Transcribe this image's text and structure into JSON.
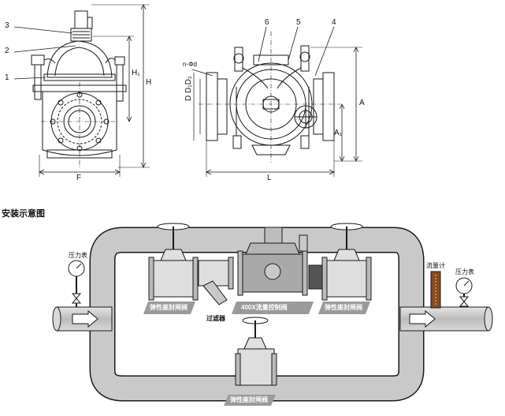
{
  "front_view": {
    "callouts": [
      "3",
      "2",
      "1"
    ],
    "dims": {
      "h1": "H₁",
      "h": "H",
      "f": "F"
    }
  },
  "side_view": {
    "callouts": [
      "6",
      "5",
      "4"
    ],
    "dims": {
      "n_phi_d": "n-Φd",
      "d_stack": "D D₁D₂",
      "a": "A",
      "a1": "A₁",
      "l": "L"
    }
  },
  "install": {
    "title": "安装示意图",
    "pressure_gauge_left": "压力表",
    "pressure_gauge_right": "压力表",
    "flow_meter": "流量计",
    "valve_inlet": "弹性座封闸阀",
    "strainer": "过滤器",
    "control_valve": "400X流量控制阀",
    "valve_outlet": "弹性座封闸阀",
    "valve_bypass": "弹性座封闸阀"
  },
  "colors": {
    "pipe_fill": "#c9c9c9",
    "line": "#1a1a1a",
    "valve_body": "#a9a9a9",
    "flow_meter": "#8b4a1e"
  }
}
